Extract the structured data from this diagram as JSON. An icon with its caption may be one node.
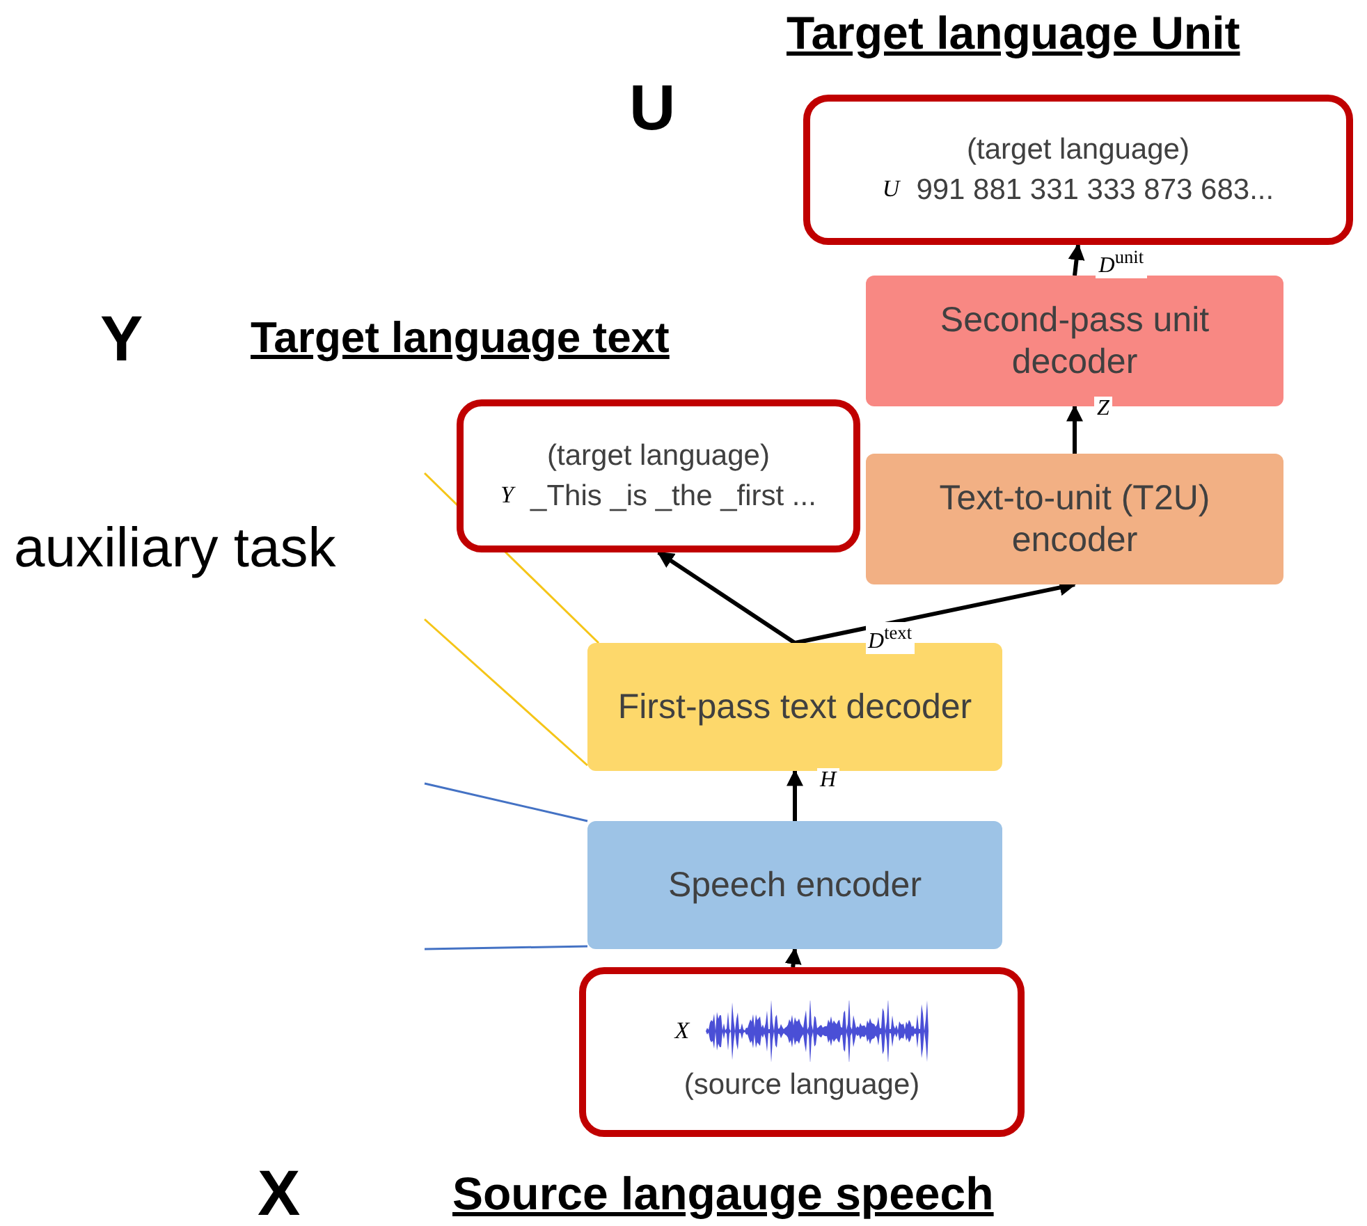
{
  "diagram": {
    "nodes": [
      {
        "text": [
          "(target language)",
          "U",
          "991 881 331 333 873 683..."
        ]
      },
      {
        "text": [
          "Second-pass unit decoder"
        ]
      },
      {
        "text": [
          "(target language)",
          "Y",
          "_This _is _the _first ..."
        ]
      },
      {
        "text": [
          "Text-to-unit (T2U) encoder"
        ]
      },
      {
        "text": [
          "First-pass text decoder"
        ]
      },
      {
        "text": [
          "Speech encoder"
        ]
      },
      {
        "text": [
          "X",
          "(source language)"
        ]
      }
    ],
    "edges": [
      {
        "from": 6,
        "to": 5,
        "arrow": "to"
      },
      {
        "from": 5,
        "to": 4,
        "arrow": "to",
        "label": "H"
      },
      {
        "from": 4,
        "to": 2,
        "arrow": "to"
      },
      {
        "from": 4,
        "to": 3,
        "arrow": "to",
        "label": "*D*$^{text}$"
      },
      {
        "from": 3,
        "to": 1,
        "arrow": "to",
        "label": "Z"
      },
      {
        "from": 1,
        "to": 0,
        "arrow": "to",
        "label": "*D*$^{unit}$"
      }
    ],
    "labels": [
      "Target language Unit",
      "U",
      "Y",
      "Target language text",
      "auxiliary task",
      "X",
      "Source langauge speech"
    ]
  }
}
